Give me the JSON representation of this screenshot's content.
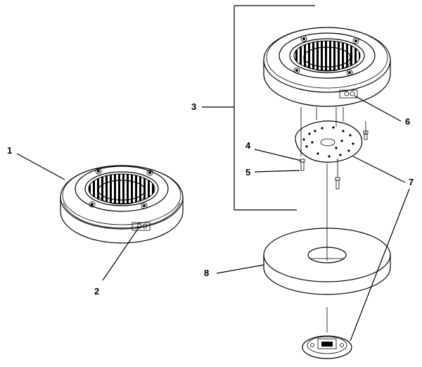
{
  "callouts": [
    {
      "id": "1",
      "label": "1"
    },
    {
      "id": "2",
      "label": "2"
    },
    {
      "id": "3",
      "label": "3"
    },
    {
      "id": "4",
      "label": "4"
    },
    {
      "id": "5",
      "label": "5"
    },
    {
      "id": "6",
      "label": "6"
    },
    {
      "id": "7",
      "label": "7"
    },
    {
      "id": "8",
      "label": "8"
    }
  ],
  "colors": {
    "line": "#000000",
    "shade": "#d9d9d9",
    "fill": "#ffffff"
  }
}
